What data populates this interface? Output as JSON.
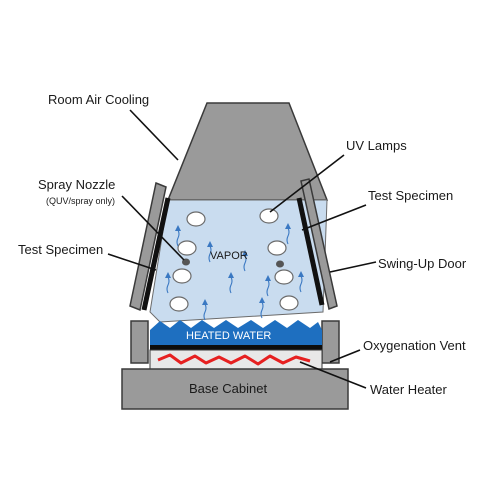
{
  "labels": {
    "room_air_cooling": "Room Air Cooling",
    "uv_lamps": "UV Lamps",
    "spray_nozzle": "Spray Nozzle",
    "spray_nozzle_note": "(QUV/spray only)",
    "test_specimen_right": "Test Specimen",
    "test_specimen_left": "Test Specimen",
    "swing_up_door": "Swing-Up Door",
    "vapor": "VAPOR",
    "heated_water": "HEATED WATER",
    "oxygenation_vent": "Oxygenation Vent",
    "water_heater": "Water Heater",
    "base_cabinet": "Base Cabinet"
  },
  "colors": {
    "housing_gray": "#9a9a9a",
    "chamber_blue": "#c9dcef",
    "water_blue": "#1e6fc0",
    "heater_red": "#e62020",
    "specimen_black": "#111111",
    "vapor_arrow": "#3a78c2"
  }
}
